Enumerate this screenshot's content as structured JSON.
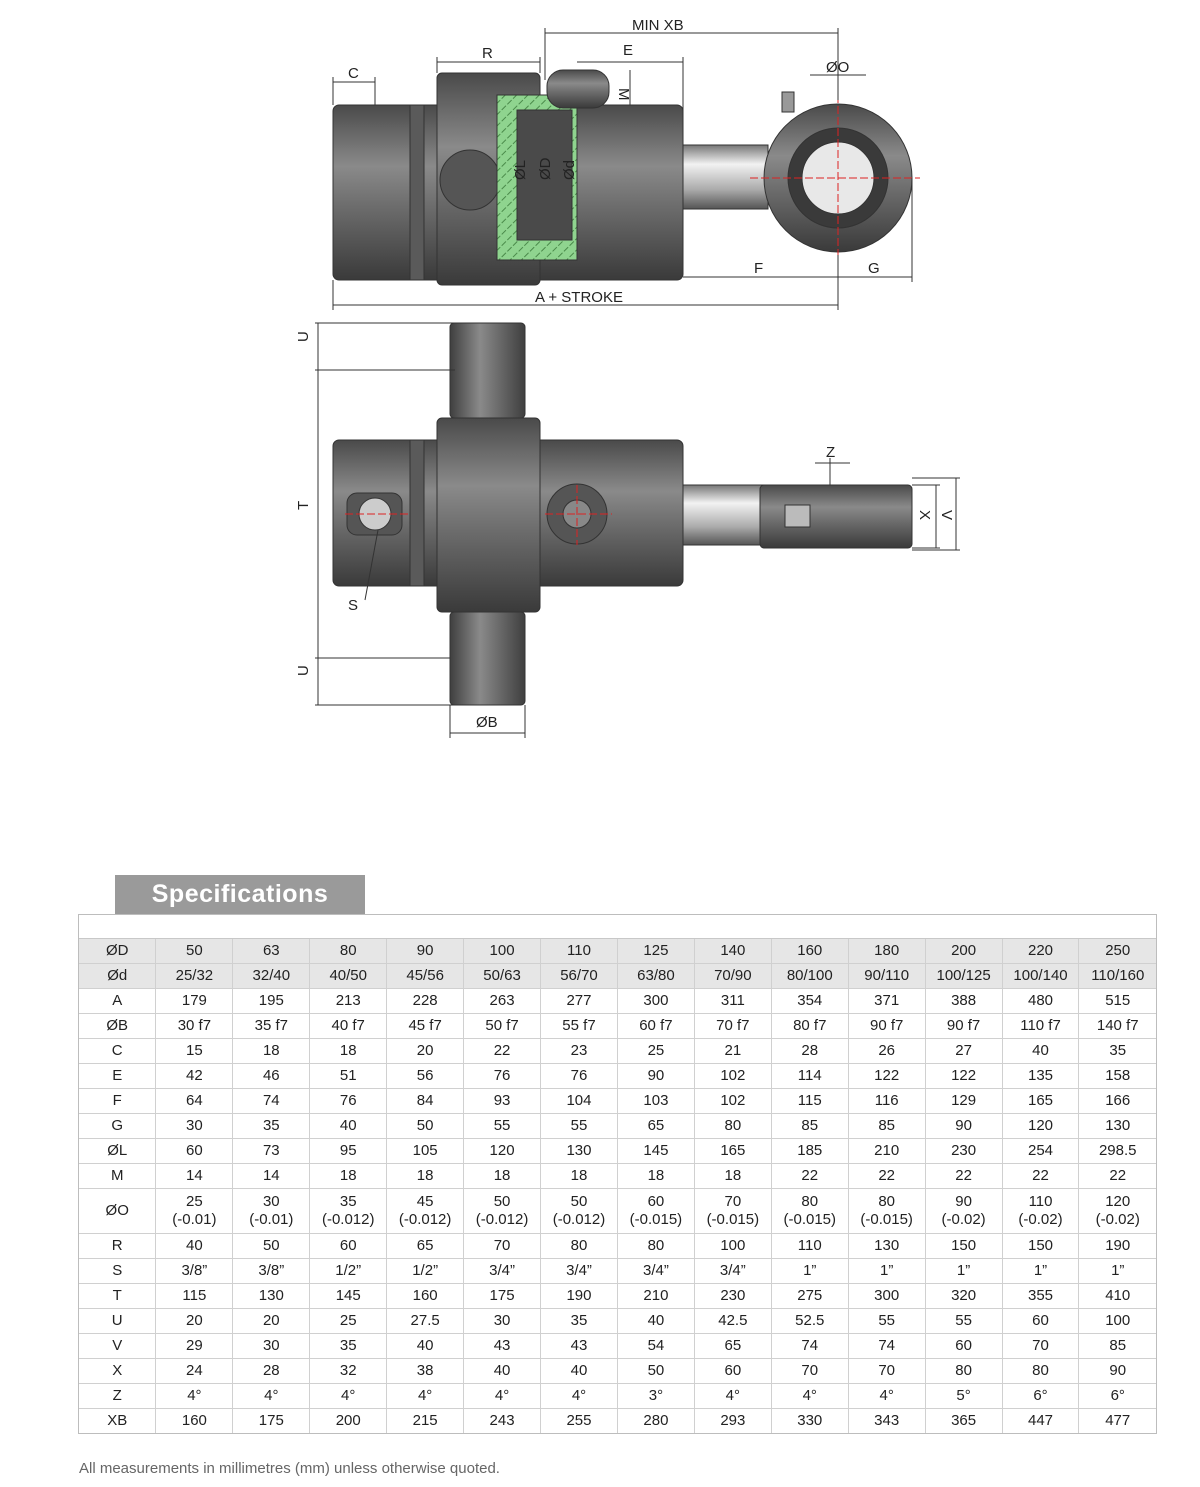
{
  "drawing": {
    "labels": {
      "min_xb": "MIN XB",
      "r": "R",
      "e": "E",
      "c": "C",
      "m": "M",
      "o": "ØO",
      "l": "ØL",
      "d_big": "ØD",
      "d_small": "Ød",
      "f": "F",
      "g": "G",
      "a_stroke": "A + STROKE",
      "u_top": "U",
      "t": "T",
      "u_bottom": "U",
      "s": "S",
      "b": "ØB",
      "z": "Z",
      "x": "X",
      "v": "V"
    }
  },
  "specifications": {
    "title": "Specifications",
    "rows": [
      {
        "label": "ØD",
        "values": [
          "50",
          "63",
          "80",
          "90",
          "100",
          "110",
          "125",
          "140",
          "160",
          "180",
          "200",
          "220",
          "250"
        ],
        "header": true
      },
      {
        "label": "Ød",
        "values": [
          "25/32",
          "32/40",
          "40/50",
          "45/56",
          "50/63",
          "56/70",
          "63/80",
          "70/90",
          "80/100",
          "90/110",
          "100/125",
          "100/140",
          "110/160"
        ],
        "header": true
      },
      {
        "label": "A",
        "values": [
          "179",
          "195",
          "213",
          "228",
          "263",
          "277",
          "300",
          "311",
          "354",
          "371",
          "388",
          "480",
          "515"
        ]
      },
      {
        "label": "ØB",
        "values": [
          "30 f7",
          "35 f7",
          "40 f7",
          "45 f7",
          "50 f7",
          "55 f7",
          "60 f7",
          "70 f7",
          "80 f7",
          "90 f7",
          "90 f7",
          "110 f7",
          "140 f7"
        ]
      },
      {
        "label": "C",
        "values": [
          "15",
          "18",
          "18",
          "20",
          "22",
          "23",
          "25",
          "21",
          "28",
          "26",
          "27",
          "40",
          "35"
        ]
      },
      {
        "label": "E",
        "values": [
          "42",
          "46",
          "51",
          "56",
          "76",
          "76",
          "90",
          "102",
          "114",
          "122",
          "122",
          "135",
          "158"
        ]
      },
      {
        "label": "F",
        "values": [
          "64",
          "74",
          "76",
          "84",
          "93",
          "104",
          "103",
          "102",
          "115",
          "116",
          "129",
          "165",
          "166"
        ]
      },
      {
        "label": "G",
        "values": [
          "30",
          "35",
          "40",
          "50",
          "55",
          "55",
          "65",
          "80",
          "85",
          "85",
          "90",
          "120",
          "130"
        ]
      },
      {
        "label": "ØL",
        "values": [
          "60",
          "73",
          "95",
          "105",
          "120",
          "130",
          "145",
          "165",
          "185",
          "210",
          "230",
          "254",
          "298.5"
        ]
      },
      {
        "label": "M",
        "values": [
          "14",
          "14",
          "18",
          "18",
          "18",
          "18",
          "18",
          "18",
          "22",
          "22",
          "22",
          "22",
          "22"
        ]
      },
      {
        "label": "ØO",
        "values": [
          "25\n(-0.01)",
          "30\n(-0.01)",
          "35\n(-0.012)",
          "45\n(-0.012)",
          "50\n(-0.012)",
          "50\n(-0.012)",
          "60\n(-0.015)",
          "70\n(-0.015)",
          "80\n(-0.015)",
          "80\n(-0.015)",
          "90\n(-0.02)",
          "110\n(-0.02)",
          "120\n(-0.02)"
        ],
        "tall": true
      },
      {
        "label": "R",
        "values": [
          "40",
          "50",
          "60",
          "65",
          "70",
          "80",
          "80",
          "100",
          "110",
          "130",
          "150",
          "150",
          "190"
        ]
      },
      {
        "label": "S",
        "values": [
          "3/8”",
          "3/8”",
          "1/2”",
          "1/2”",
          "3/4”",
          "3/4”",
          "3/4”",
          "3/4”",
          "1”",
          "1”",
          "1”",
          "1”",
          "1”"
        ]
      },
      {
        "label": "T",
        "values": [
          "115",
          "130",
          "145",
          "160",
          "175",
          "190",
          "210",
          "230",
          "275",
          "300",
          "320",
          "355",
          "410"
        ]
      },
      {
        "label": "U",
        "values": [
          "20",
          "20",
          "25",
          "27.5",
          "30",
          "35",
          "40",
          "42.5",
          "52.5",
          "55",
          "55",
          "60",
          "100"
        ]
      },
      {
        "label": "V",
        "values": [
          "29",
          "30",
          "35",
          "40",
          "43",
          "43",
          "54",
          "65",
          "74",
          "74",
          "60",
          "70",
          "85"
        ]
      },
      {
        "label": "X",
        "values": [
          "24",
          "28",
          "32",
          "38",
          "40",
          "40",
          "50",
          "60",
          "70",
          "70",
          "80",
          "80",
          "90"
        ]
      },
      {
        "label": "Z",
        "values": [
          "4°",
          "4°",
          "4°",
          "4°",
          "4°",
          "4°",
          "3°",
          "4°",
          "4°",
          "4°",
          "5°",
          "6°",
          "6°"
        ]
      },
      {
        "label": "XB",
        "values": [
          "160",
          "175",
          "200",
          "215",
          "243",
          "255",
          "280",
          "293",
          "330",
          "343",
          "365",
          "447",
          "477"
        ]
      }
    ],
    "footnote": "All measurements in millimetres (mm) unless otherwise quoted."
  }
}
